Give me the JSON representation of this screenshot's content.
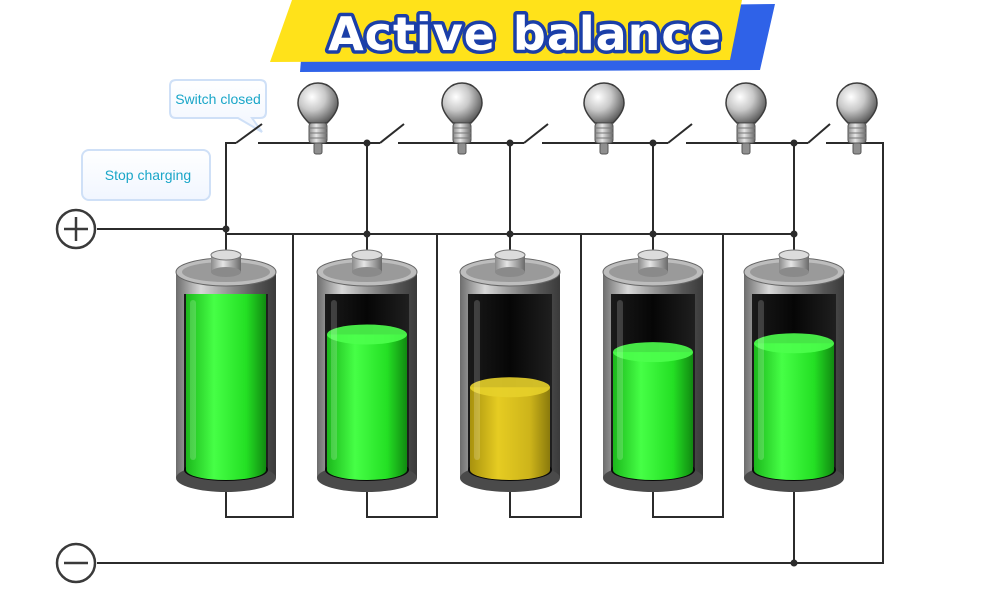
{
  "title": "Active balance",
  "callouts": {
    "switch": "Switch closed",
    "stop": "Stop charging"
  },
  "terminals": {
    "positive": "+",
    "negative": "−"
  },
  "colors": {
    "banner_yellow": "#ffe21a",
    "banner_blue": "#2f62e8",
    "title_outline": "#1b3fa8",
    "callout_text": "#1aa6c8",
    "charge_green": "#2ee82e",
    "charge_yellow": "#d9c21a",
    "wire": "#2b2b2b"
  },
  "batteries": [
    {
      "charge": 1.0,
      "color": "green"
    },
    {
      "charge": 0.77,
      "color": "green"
    },
    {
      "charge": 0.47,
      "color": "yellow"
    },
    {
      "charge": 0.67,
      "color": "green"
    },
    {
      "charge": 0.72,
      "color": "green"
    }
  ],
  "switches": [
    {
      "state": "closed"
    },
    {
      "state": "open"
    },
    {
      "state": "open"
    },
    {
      "state": "open"
    },
    {
      "state": "open"
    }
  ],
  "bulbs": 5
}
